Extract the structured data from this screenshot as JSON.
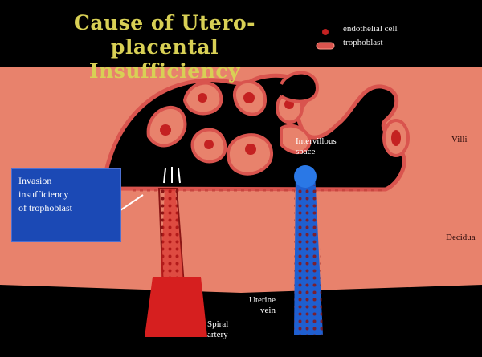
{
  "title": {
    "line1": "Cause of Utero-placental",
    "line2": "Insufficiency"
  },
  "legend": [
    {
      "label": "endothelial cell",
      "marker": "dot"
    },
    {
      "label": "trophoblast",
      "marker": "band"
    }
  ],
  "labels": {
    "intervillous_space": [
      "Intervillous",
      "space"
    ],
    "villi": "Villi",
    "decidua": "Decidua",
    "invasion_box": [
      "Invasion",
      "insufficiency",
      "of trophoblast"
    ],
    "uterine_vein": [
      "Uterine",
      "vein"
    ],
    "spiral_artery": [
      "Spiral",
      "artery"
    ]
  },
  "colors": {
    "background": "#000000",
    "decidua": "#e8826c",
    "trophoblast": "#d9544e",
    "endothelial": "#b01a1a",
    "artery": "#d61f1f",
    "vein": "#1f5fd0",
    "title": "#d8d055",
    "box": "#1b49b5"
  }
}
